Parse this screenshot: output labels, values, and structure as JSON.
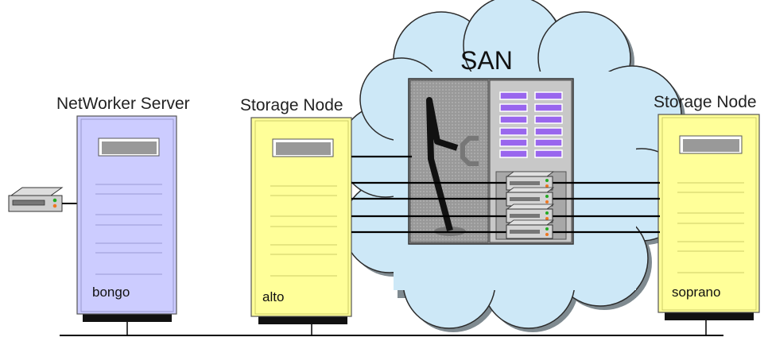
{
  "cloud": {
    "label": "SAN"
  },
  "hosts": [
    {
      "role": "NetWorker Server",
      "name": "bongo"
    },
    {
      "role": "Storage Node",
      "name": "alto"
    },
    {
      "role": "Storage Node",
      "name": "soprano"
    }
  ],
  "colors": {
    "server_fill": "#ccccff",
    "storage_node_fill": "#ffff99",
    "cloud_fill": "#cde8f7",
    "library_fill": "#b3b3b3",
    "slot_fill": "#9966ee",
    "cable": "#000000"
  },
  "icons": {
    "workstation": "desktop-device-icon",
    "tape_library": "tape-library-icon",
    "robot_arm": "robotic-arm-icon",
    "tape_drive": "tape-drive-icon"
  }
}
